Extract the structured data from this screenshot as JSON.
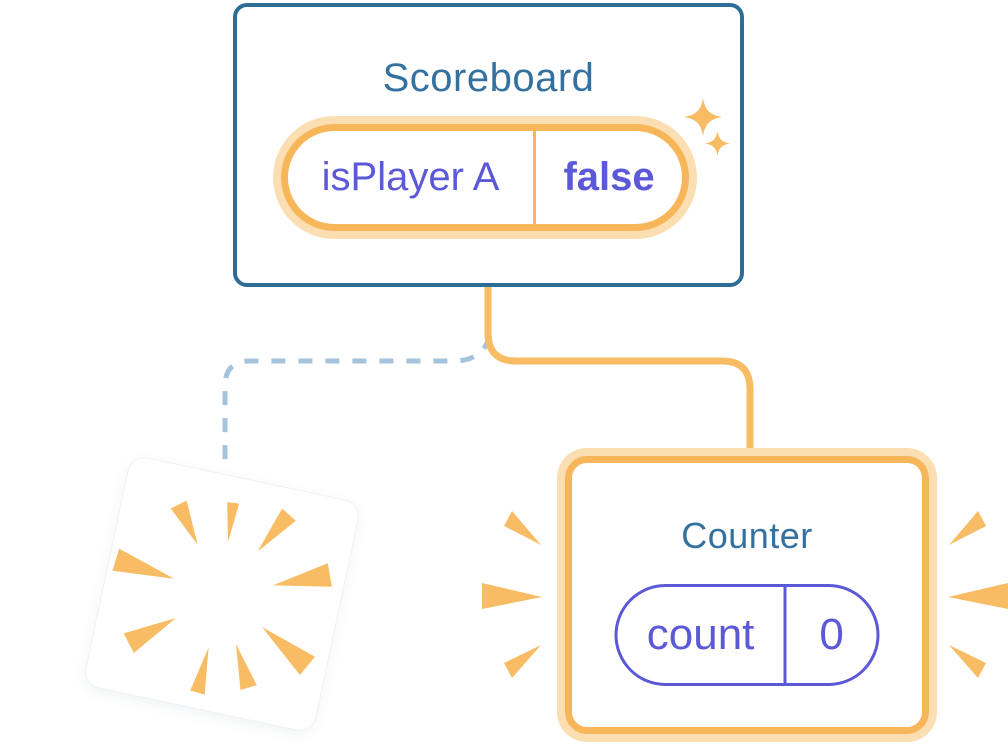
{
  "scoreboard": {
    "title": "Scoreboard",
    "state_pill": {
      "key": "isPlayer A",
      "value": "false"
    }
  },
  "counter": {
    "title": "Counter",
    "state_pill": {
      "key": "count",
      "value": "0"
    }
  },
  "icons": {
    "sparkle_large": "sparkle-icon",
    "sparkle_small": "sparkle-icon",
    "poof_burst": "poof-burst-icon"
  },
  "colors": {
    "border-blue": "#2D6E96",
    "title-blue": "#35719F",
    "orange": "#F7B659",
    "orange-soft": "#FBDFB2",
    "burst-orange": "#F8BC64",
    "purple": "#5C59D8",
    "dash-blue": "#A6C3DC",
    "card-white": "#FFFFFF"
  }
}
